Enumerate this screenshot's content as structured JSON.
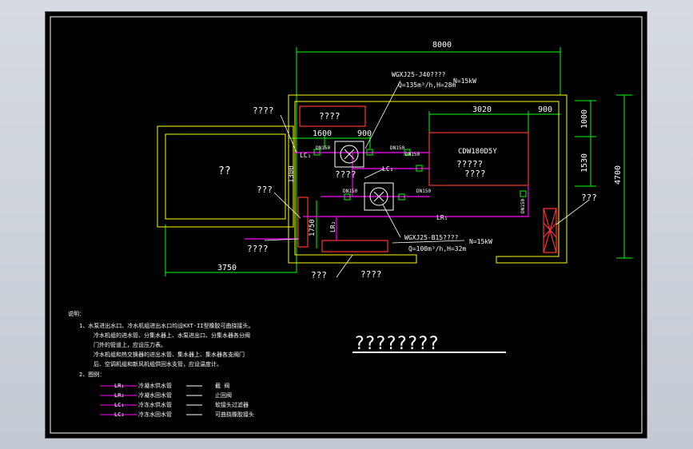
{
  "dimensions": {
    "overall_width": "8000",
    "right_section": "3020",
    "right_end": "900",
    "left_seg": "1600",
    "mid_seg": "900",
    "bottom_left": "3750",
    "right_top": "1000",
    "right_mid": "1530",
    "right_total": "4700",
    "vertical_left": "1300",
    "vertical_left2": "1750"
  },
  "labels": {
    "pump_top": "WGXJ25-J40????",
    "pump_top_spec": "Q=135m³/h,H=28m",
    "pump_top_power": "N=15kW",
    "pump_bottom": "WGXJ25-B15????",
    "pump_bottom_spec": "Q=100m³/h,H=32m",
    "pump_bottom_power": "N=15kW",
    "chiller_model": "CDW180D5Y",
    "chiller_q1": "?????",
    "chiller_q2": "????",
    "room": "??",
    "box_top": "????",
    "callout_a": "????",
    "callout_b": "???",
    "callout_c": "????",
    "callout_d": "???",
    "callout_e": "????",
    "callout_f": "???",
    "callout_g": "????",
    "pump_label": "????",
    "dn1": "DN150",
    "dn2": "DN150",
    "dn3": "DN150",
    "dn4": "DN150",
    "dn5": "DN150",
    "lc1": "LC₁",
    "lc2": "LC₂",
    "lr1": "LR₁",
    "lr2": "LR₂",
    "dn_vert": "DN150",
    "title": "????????"
  },
  "notes": {
    "heading": "说明：",
    "line1": "1、水泵进出水口、冷水机组进出水口均设KXT-II型橡胶可曲挠接头。",
    "line2": "冷水机组的进水管、分集水器上、水泵进出口、分集水器各分阀",
    "line3": "门外的管道上，应设压力表。",
    "line4": "冷水机组和热交换器的进出水管、集水器上、集水器各支阀门",
    "line5": "后、空调机组和新风机组供回水支管，应设温度计。",
    "line6": "2、图例："
  },
  "legend": [
    {
      "code": "LR₁",
      "desc": "冷凝水供水管",
      "sym_desc": "截  阀"
    },
    {
      "code": "LR₂",
      "desc": "冷凝水回水管",
      "sym_desc": "止回阀"
    },
    {
      "code": "LC₁",
      "desc": "冷冻水供水管",
      "sym_desc": "软接头过滤器"
    },
    {
      "code": "LC₂",
      "desc": "冷冻水回水管",
      "sym_desc": "可曲挠橡胶接头"
    }
  ],
  "colors": {
    "frame": "#ffffff",
    "dimension": "#00ff00",
    "wall": "#ffff00",
    "pipe_supply": "#ff00ff",
    "pipe_return": "#ff3333",
    "text": "#ffffff"
  }
}
